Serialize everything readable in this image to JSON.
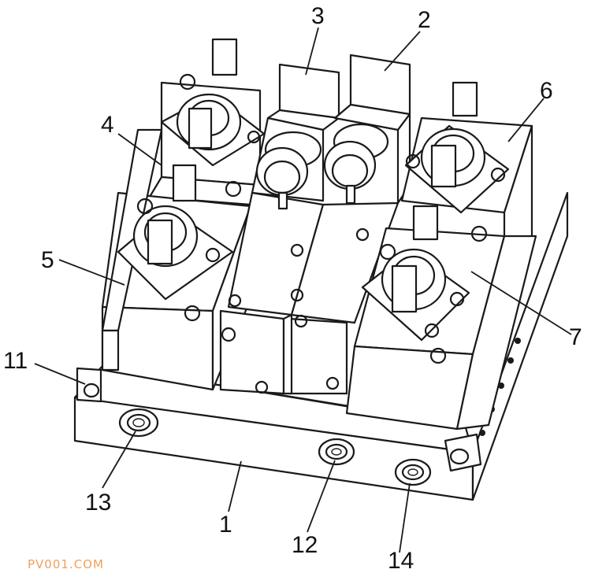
{
  "callouts": [
    {
      "id": "1",
      "label": "1"
    },
    {
      "id": "2",
      "label": "2"
    },
    {
      "id": "3",
      "label": "3"
    },
    {
      "id": "4",
      "label": "4"
    },
    {
      "id": "5",
      "label": "5"
    },
    {
      "id": "6",
      "label": "6"
    },
    {
      "id": "7",
      "label": "7"
    },
    {
      "id": "11",
      "label": "11"
    },
    {
      "id": "12",
      "label": "12"
    },
    {
      "id": "13",
      "label": "13"
    },
    {
      "id": "14",
      "label": "14"
    }
  ],
  "watermark": "PV001.COM"
}
